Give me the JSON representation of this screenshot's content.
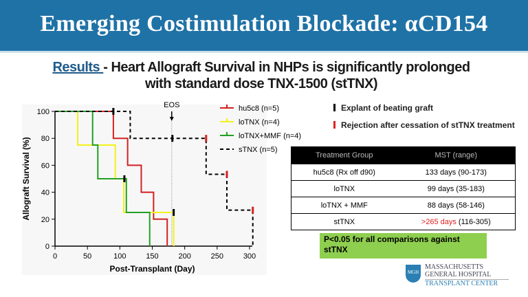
{
  "header": {
    "title": "Emerging Costimulation Blockade: αCD154"
  },
  "subtitle": {
    "lead": "Results ",
    "line1": "- Heart Allograft Survival in NHPs is significantly prolonged",
    "line2": "with standard dose TNX-1500 (stTNX)"
  },
  "legend": {
    "explant": "Explant of beating graft",
    "rejection": "Rejection after cessation of stTNX treatment"
  },
  "table": {
    "headers": [
      "Treatment Group",
      "MST (range)"
    ],
    "rows": [
      {
        "group": "hu5c8 (Rx off d90)",
        "mst": "133 days (90-173)",
        "highlight": ""
      },
      {
        "group": "loTNX",
        "mst": "99 days (35-183)",
        "highlight": ""
      },
      {
        "group": "loTNX + MMF",
        "mst": "88 days (58-146)",
        "highlight": ""
      },
      {
        "group": "stTNX",
        "mst": " (116-305)",
        "highlight": ">265 days"
      }
    ]
  },
  "pvalue": "P<0.05 for all comparisons against stTNX",
  "logo": {
    "seal": "MGH",
    "line1": "MASSACHUSETTS",
    "line2": "GENERAL HOSPITAL",
    "line3": "TRANSPLANT CENTER"
  },
  "colors": {
    "banner": "#1f72a6",
    "red": "#d42020",
    "yellow": "#f2f21a",
    "green": "#22a022",
    "black": "#000000",
    "pbox": "#8fcf4f"
  },
  "chart_data": {
    "type": "line",
    "xlabel": "Post-Transplant (Day)",
    "ylabel": "Allograft Survival (%)",
    "xlim": [
      0,
      300
    ],
    "ylim": [
      0,
      100
    ],
    "xticks": [
      0,
      50,
      100,
      150,
      200,
      250,
      300
    ],
    "yticks": [
      0,
      20,
      40,
      60,
      80,
      100
    ],
    "annotation": {
      "label": "EOS",
      "x": 180
    },
    "series": [
      {
        "name": "hu5c8 (n=5)",
        "color": "#d42020",
        "dash": false,
        "steps": [
          [
            0,
            100
          ],
          [
            90,
            80
          ],
          [
            112,
            60
          ],
          [
            133,
            40
          ],
          [
            152,
            20
          ],
          [
            173,
            0
          ]
        ],
        "censor_black": [
          [
            90,
            100
          ]
        ],
        "censor_red": []
      },
      {
        "name": "loTNX (n=4)",
        "color": "#f2f21a",
        "dash": false,
        "steps": [
          [
            0,
            100
          ],
          [
            35,
            75
          ],
          [
            93,
            50
          ],
          [
            106,
            25
          ],
          [
            183,
            0
          ]
        ],
        "censor_black": [
          [
            183,
            25
          ]
        ],
        "censor_red": []
      },
      {
        "name": "loTNX+MMF (n=4)",
        "color": "#22a022",
        "dash": false,
        "steps": [
          [
            0,
            100
          ],
          [
            58,
            75
          ],
          [
            66,
            50
          ],
          [
            110,
            25
          ],
          [
            146,
            0
          ]
        ],
        "censor_black": [
          [
            107,
            50
          ]
        ],
        "censor_red": []
      },
      {
        "name": "sTNX (n=5)",
        "color": "#000000",
        "dash": true,
        "steps": [
          [
            0,
            100
          ],
          [
            116,
            80
          ],
          [
            233,
            53.3
          ],
          [
            265,
            26.7
          ],
          [
            305,
            0
          ]
        ],
        "censor_black": [
          [
            181,
            80
          ]
        ],
        "censor_red": [
          [
            233,
            80
          ],
          [
            265,
            53.3
          ],
          [
            305,
            26.7
          ]
        ]
      }
    ]
  }
}
